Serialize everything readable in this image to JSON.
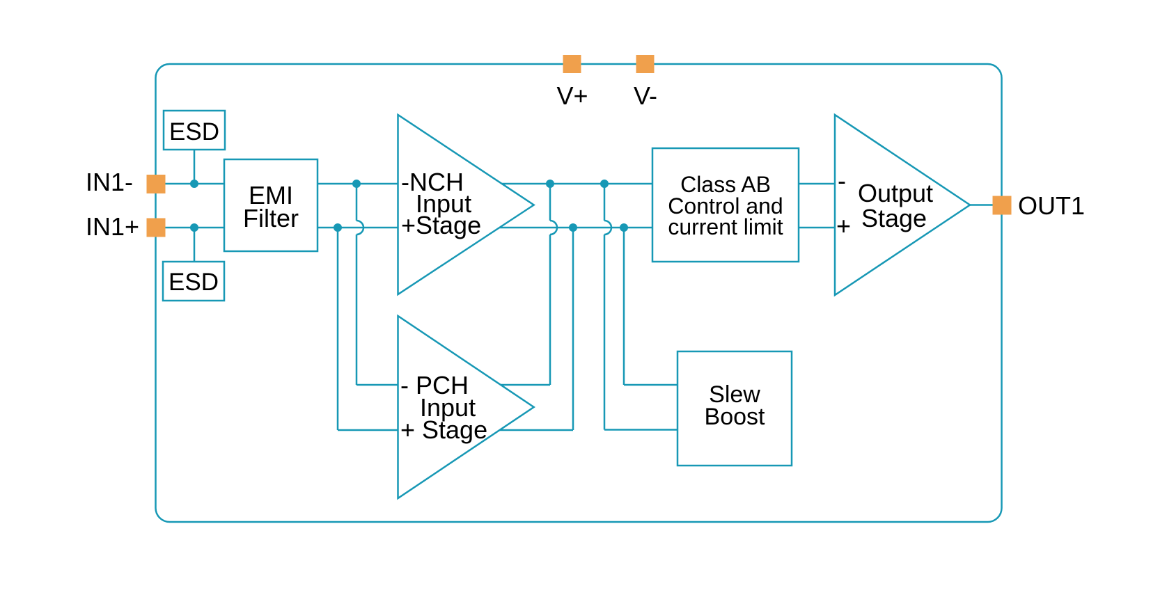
{
  "colors": {
    "line": "#1798b5",
    "pad": "#f0a04c",
    "text": "#000000",
    "background": "#ffffff"
  },
  "pins": {
    "v_plus": "V+",
    "v_minus": "V-",
    "in1_minus": "IN1-",
    "in1_plus": "IN1+",
    "out1": "OUT1"
  },
  "blocks": {
    "esd_top": "ESD",
    "esd_bottom": "ESD",
    "emi_filter": {
      "line1": "EMI",
      "line2": "Filter"
    },
    "nch_input_stage": {
      "line1": "-NCH",
      "line2": "Input",
      "line3": "+Stage"
    },
    "pch_input_stage": {
      "line1": "- PCH",
      "line2": "Input",
      "line3": "+ Stage"
    },
    "class_ab_control": {
      "line1": "Class AB",
      "line2": "Control and",
      "line3": "current limit"
    },
    "output_stage": {
      "minus_sign": "-",
      "plus_sign": "+",
      "line1": "Output",
      "line2": "Stage"
    },
    "slew_boost": {
      "line1": "Slew",
      "line2": "Boost"
    }
  }
}
